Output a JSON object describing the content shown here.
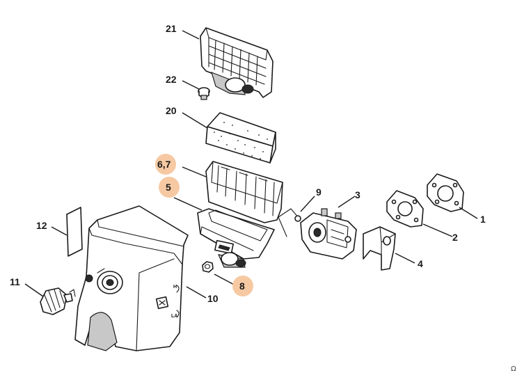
{
  "callouts": {
    "c1": "1",
    "c2": "2",
    "c3": "3",
    "c4": "4",
    "c5": "5",
    "c67": "6,7",
    "c8": "8",
    "c9": "9",
    "c10": "10",
    "c11": "11",
    "c12": "12",
    "c20": "20",
    "c21": "21",
    "c22": "22"
  },
  "highlighted_callouts": [
    "6,7",
    "5",
    "8"
  ],
  "highlight_color": "#f6c9a3",
  "cover_marks": {
    "h_mark": "H",
    "la_mark": "LA"
  },
  "corner_mark": "Ω"
}
